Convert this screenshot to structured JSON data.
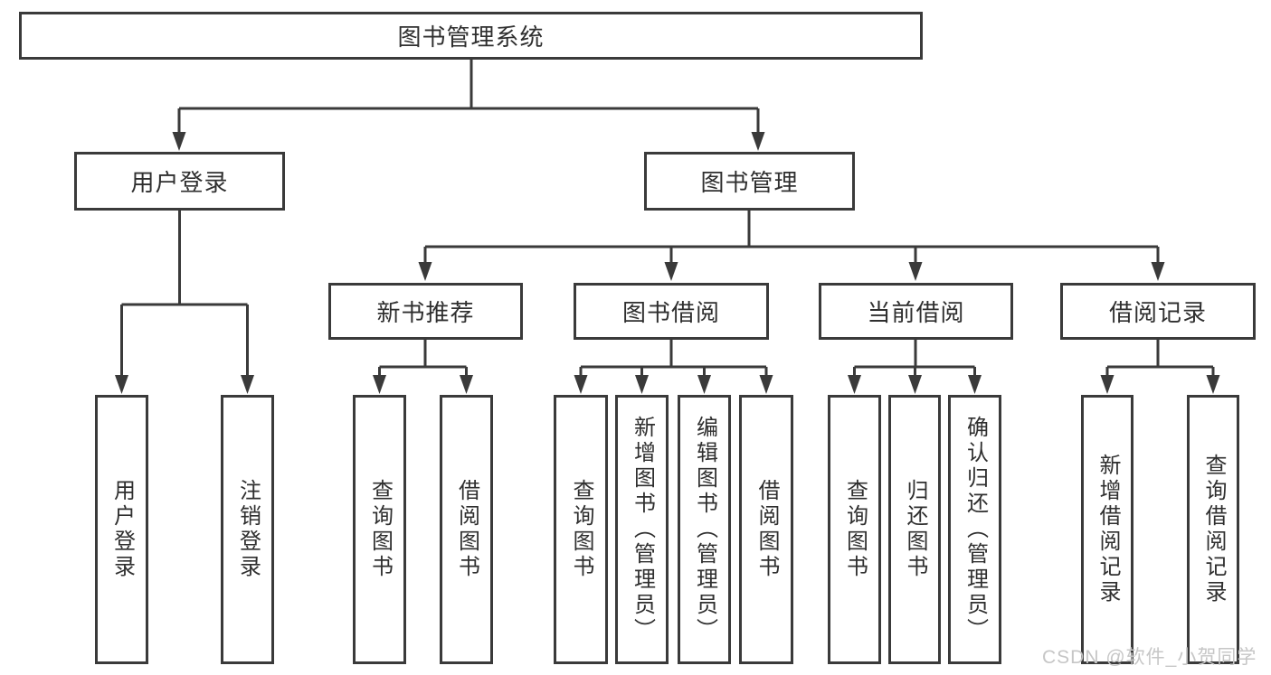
{
  "tree": {
    "root": "图书管理系统",
    "children": [
      {
        "label": "用户登录",
        "children": [
          {
            "label": "用户登录"
          },
          {
            "label": "注销登录"
          }
        ]
      },
      {
        "label": "图书管理",
        "children": [
          {
            "label": "新书推荐",
            "children": [
              {
                "label": "查询图书"
              },
              {
                "label": "借阅图书"
              }
            ]
          },
          {
            "label": "图书借阅",
            "children": [
              {
                "label": "查询图书"
              },
              {
                "label": "新增图书（管理员）"
              },
              {
                "label": "编辑图书（管理员）"
              },
              {
                "label": "借阅图书"
              }
            ]
          },
          {
            "label": "当前借阅",
            "children": [
              {
                "label": "查询图书"
              },
              {
                "label": "归还图书"
              },
              {
                "label": "确认归还（管理员）"
              }
            ]
          },
          {
            "label": "借阅记录",
            "children": [
              {
                "label": "新增借阅记录"
              },
              {
                "label": "查询借阅记录"
              }
            ]
          }
        ]
      }
    ]
  },
  "watermark": {
    "text": "CSDN @软件_小贺同学",
    "color": "#c6c6c6"
  },
  "colors": {
    "line": "#3a3a3a",
    "text": "#2f2f2f",
    "background": "#ffffff"
  }
}
